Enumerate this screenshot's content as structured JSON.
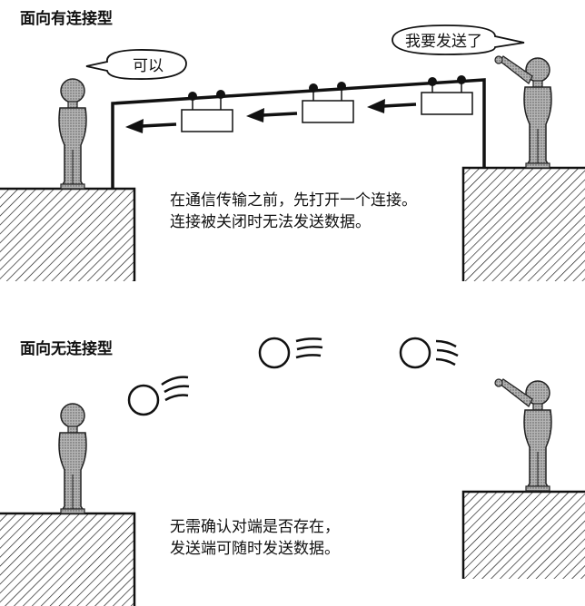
{
  "connection_oriented": {
    "title": "面向有连接型",
    "receiver_bubble": "可以",
    "sender_bubble": "我要发送了",
    "note_line1": "在通信传输之前，先打开一个连接。",
    "note_line2": "连接被关闭时无法发送数据。"
  },
  "connectionless": {
    "title": "面向无连接型",
    "note_line1": "无需确认对端是否存在，",
    "note_line2": "发送端可随时发送数据。"
  }
}
